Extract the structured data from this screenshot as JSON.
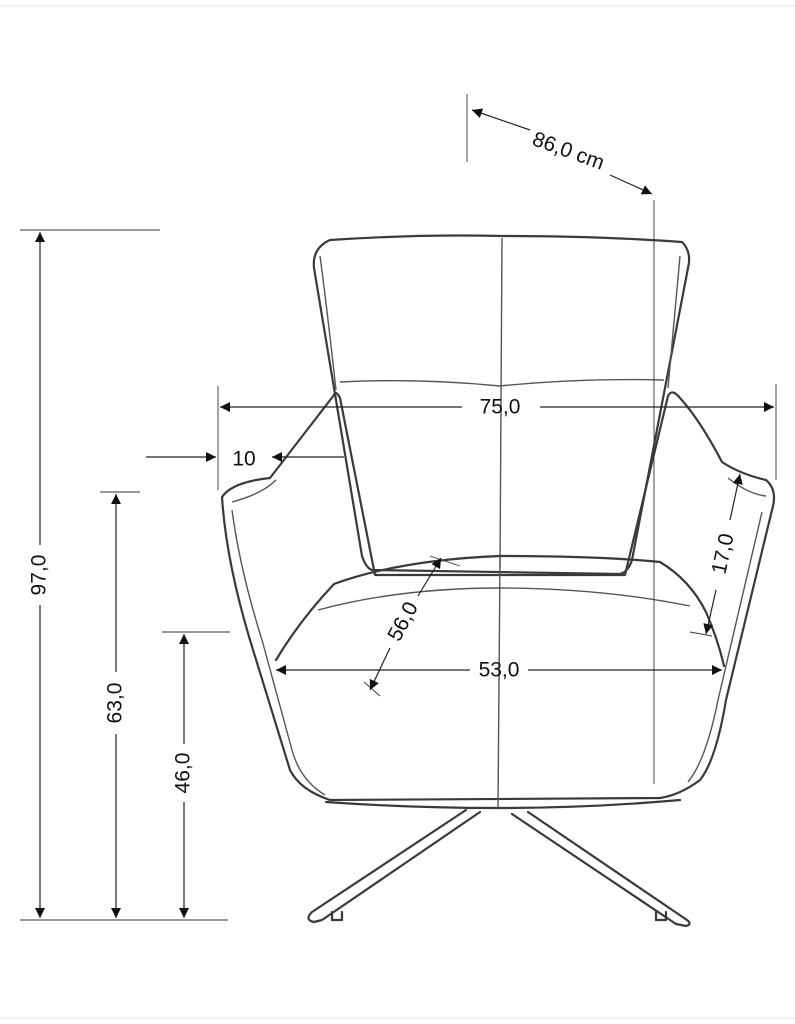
{
  "diagram": {
    "subject": "armchair-front-view",
    "dimensions": {
      "depth": "86,0 cm",
      "width": "75,0",
      "armrest": "10",
      "total_height": "97,0",
      "armrest_height": "63,0",
      "seat_height": "46,0",
      "seat_depth": "56,0",
      "seat_width": "53,0",
      "arm_height": "17,0"
    },
    "colors": {
      "outline": "#3a3a3a",
      "dimension_line": "#222222",
      "background": "#ffffff"
    }
  }
}
